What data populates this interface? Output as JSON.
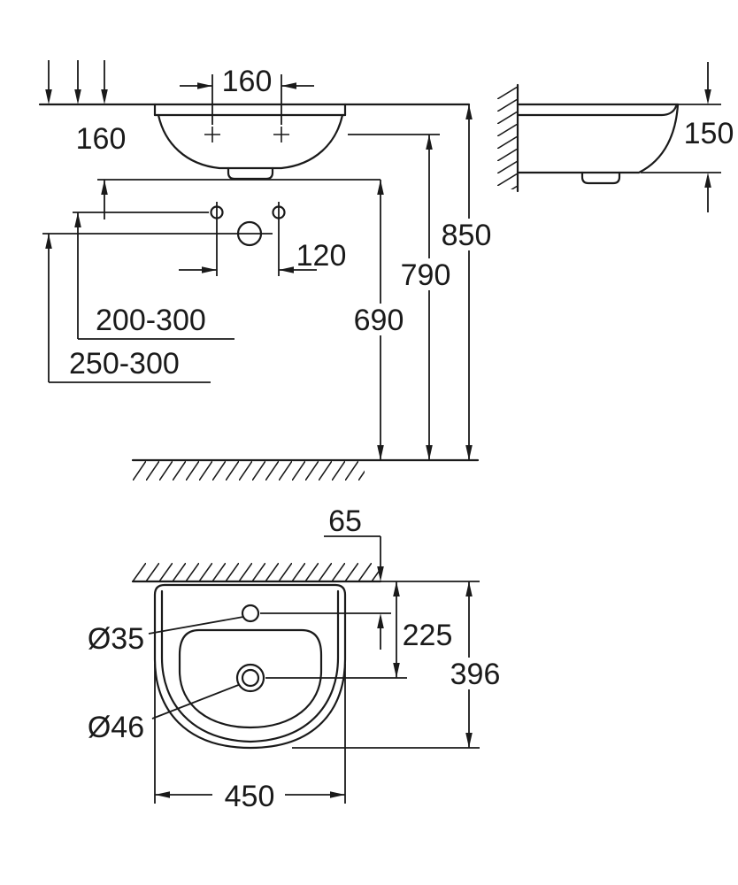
{
  "colors": {
    "line": "#1a1a1a",
    "background": "#ffffff"
  },
  "front_view": {
    "tap_hole_spacing": "160",
    "basin_height": "160",
    "fixing_hole_spacing": "120",
    "supply_height_range": "200-300",
    "drain_height_range": "250-300",
    "rim_height": "850",
    "tap_level_height": "790",
    "underside_height": "690"
  },
  "side_view": {
    "basin_depth": "150"
  },
  "plan_view": {
    "tap_hole_to_wall": "65",
    "tap_hole_diameter": "Ø35",
    "drain_to_wall": "225",
    "basin_depth": "396",
    "drain_diameter": "Ø46",
    "basin_width": "450"
  }
}
